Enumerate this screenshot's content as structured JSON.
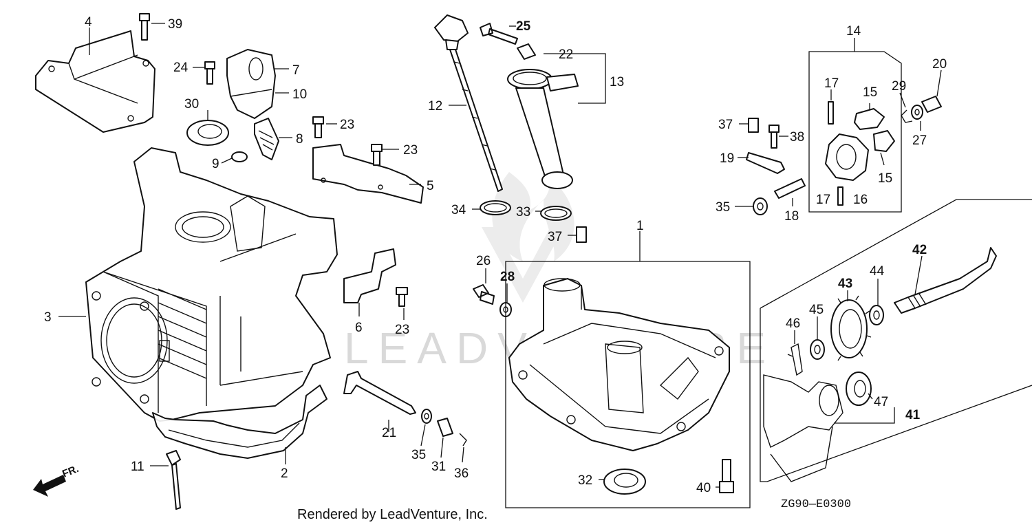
{
  "diagram": {
    "callouts": [
      {
        "id": "c4",
        "text": "4"
      },
      {
        "id": "c39",
        "text": "39"
      },
      {
        "id": "c24",
        "text": "24"
      },
      {
        "id": "c7",
        "text": "7"
      },
      {
        "id": "c10",
        "text": "10"
      },
      {
        "id": "c30",
        "text": "30"
      },
      {
        "id": "c23a",
        "text": "23"
      },
      {
        "id": "c8",
        "text": "8"
      },
      {
        "id": "c23b",
        "text": "23"
      },
      {
        "id": "c9",
        "text": "9"
      },
      {
        "id": "c5",
        "text": "5"
      },
      {
        "id": "c3",
        "text": "3"
      },
      {
        "id": "c6",
        "text": "6"
      },
      {
        "id": "c23c",
        "text": "23"
      },
      {
        "id": "c11",
        "text": "11"
      },
      {
        "id": "c2",
        "text": "2"
      },
      {
        "id": "c21",
        "text": "21"
      },
      {
        "id": "c35a",
        "text": "35"
      },
      {
        "id": "c31",
        "text": "31"
      },
      {
        "id": "c36",
        "text": "36"
      },
      {
        "id": "c25",
        "text": "25"
      },
      {
        "id": "c22",
        "text": "22"
      },
      {
        "id": "c13",
        "text": "13"
      },
      {
        "id": "c12",
        "text": "12"
      },
      {
        "id": "c34",
        "text": "34"
      },
      {
        "id": "c33",
        "text": "33"
      },
      {
        "id": "c37a",
        "text": "37"
      },
      {
        "id": "c26",
        "text": "26"
      },
      {
        "id": "c28",
        "text": "28"
      },
      {
        "id": "c1",
        "text": "1"
      },
      {
        "id": "c32",
        "text": "32"
      },
      {
        "id": "c40",
        "text": "40"
      },
      {
        "id": "c14",
        "text": "14"
      },
      {
        "id": "c17a",
        "text": "17"
      },
      {
        "id": "c15a",
        "text": "15"
      },
      {
        "id": "c29",
        "text": "29"
      },
      {
        "id": "c20",
        "text": "20"
      },
      {
        "id": "c37b",
        "text": "37"
      },
      {
        "id": "c38",
        "text": "38"
      },
      {
        "id": "c27",
        "text": "27"
      },
      {
        "id": "c19",
        "text": "19"
      },
      {
        "id": "c15b",
        "text": "15"
      },
      {
        "id": "c17b",
        "text": "17"
      },
      {
        "id": "c16",
        "text": "16"
      },
      {
        "id": "c35b",
        "text": "35"
      },
      {
        "id": "c18",
        "text": "18"
      },
      {
        "id": "c42",
        "text": "42"
      },
      {
        "id": "c43",
        "text": "43"
      },
      {
        "id": "c44",
        "text": "44"
      },
      {
        "id": "c45",
        "text": "45"
      },
      {
        "id": "c46",
        "text": "46"
      },
      {
        "id": "c47",
        "text": "47"
      },
      {
        "id": "c41",
        "text": "41"
      }
    ],
    "direction_label": "FR.",
    "diagram_code": "ZG90—E0300",
    "footer": "Rendered by LeadVenture, Inc.",
    "watermark": "LEADVENTURE"
  }
}
